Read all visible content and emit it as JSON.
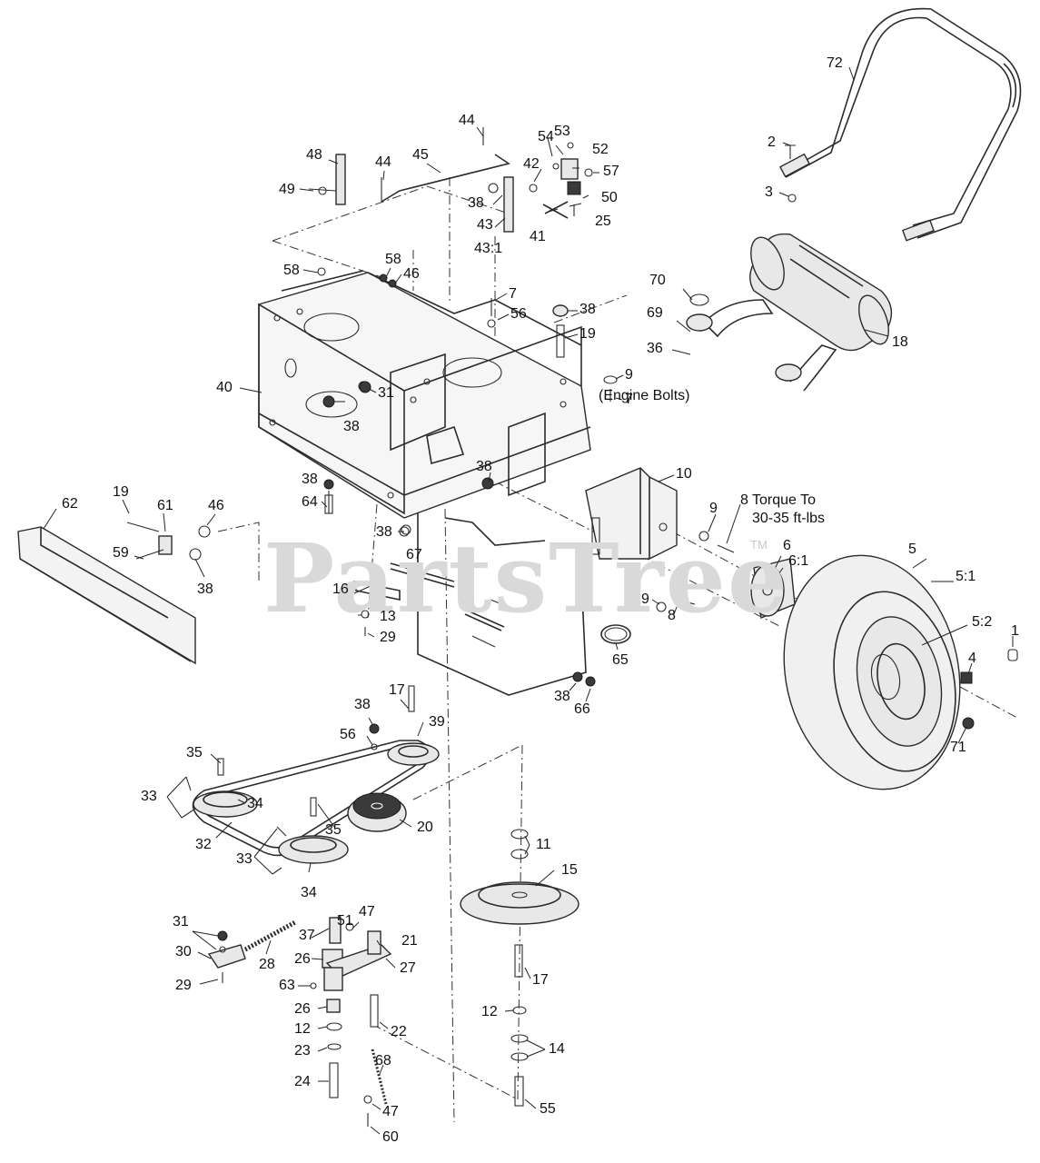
{
  "watermark": {
    "text": "PartsTree",
    "tm": "TM"
  },
  "callouts": {
    "c72": "72",
    "c2": "2",
    "c3": "3",
    "c70": "70",
    "c69": "69",
    "c36": "36",
    "c18": "18",
    "c44a": "44",
    "c53": "53",
    "c54": "54",
    "c52": "52",
    "c42": "42",
    "c57": "57",
    "c50": "50",
    "c25": "25",
    "c48": "48",
    "c44b": "44",
    "c45": "45",
    "c49": "49",
    "c38a": "38",
    "c43": "43",
    "c43_1": "43:1",
    "c41": "41",
    "c58a": "58",
    "c46a": "46",
    "c58b": "58",
    "c7a": "7",
    "c56a": "56",
    "c38b": "38",
    "c19a": "19",
    "c40": "40",
    "c31a": "31",
    "c38c": "38",
    "c9a": "9",
    "c7b": "7",
    "engine_bolts": "(Engine Bolts)",
    "c38d": "38",
    "c64": "64",
    "c38e": "38",
    "c38f": "38",
    "c10": "10",
    "c62": "62",
    "c19b": "19",
    "c61": "61",
    "c46b": "46",
    "c59": "59",
    "c38g": "38",
    "c9b": "9",
    "c8a": "8",
    "torque": "Torque To",
    "torque_val": "30-35 ft-lbs",
    "c6": "6",
    "c6_1": "6:1",
    "c5": "5",
    "c5_1": "5:1",
    "c5_2": "5:2",
    "c1": "1",
    "c4": "4",
    "c71": "71",
    "c67": "67",
    "c16": "16",
    "c13": "13",
    "c29a": "29",
    "c9c": "9",
    "c8b": "8",
    "c65": "65",
    "c38h": "38",
    "c66": "66",
    "c17a": "17",
    "c38i": "38",
    "c39": "39",
    "c56b": "56",
    "c35a": "35",
    "c33a": "33",
    "c34a": "34",
    "c32": "32",
    "c35b": "35",
    "c20": "20",
    "c33b": "33",
    "c34b": "34",
    "c11": "11",
    "c15": "15",
    "c31b": "31",
    "c51": "51",
    "c47a": "47",
    "c37": "37",
    "c21": "21",
    "c30": "30",
    "c28": "28",
    "c26a": "26",
    "c27": "27",
    "c29b": "29",
    "c63": "63",
    "c26b": "26",
    "c12a": "12",
    "c22": "22",
    "c23": "23",
    "c24": "24",
    "c68": "68",
    "c47b": "47",
    "c60": "60",
    "c17b": "17",
    "c12b": "12",
    "c14": "14",
    "c55": "55"
  }
}
